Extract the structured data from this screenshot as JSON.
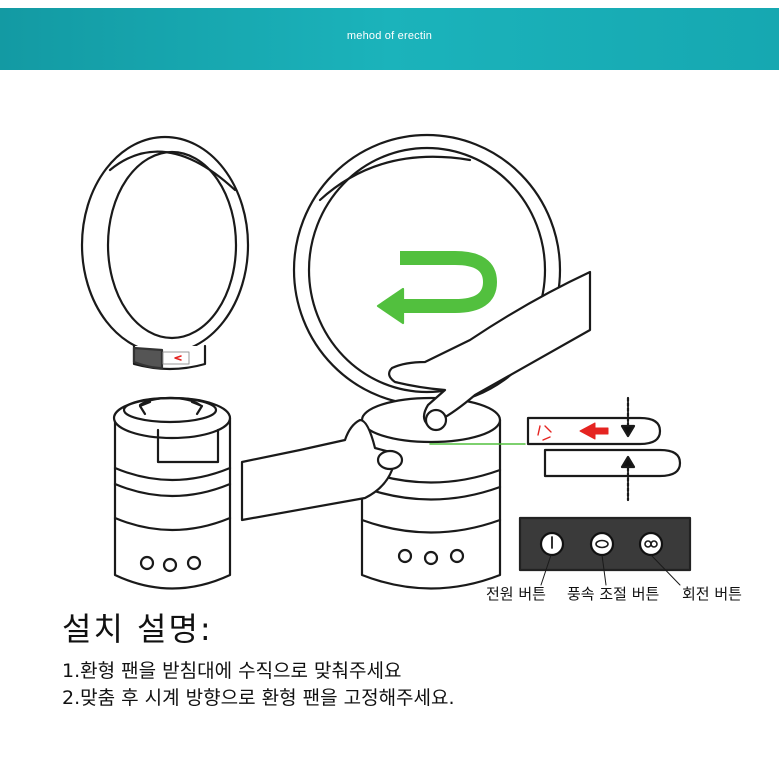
{
  "header": {
    "title": "mehod of erectin"
  },
  "labels": {
    "power_button": "전원 버튼",
    "speed_button": "풍속 조절 버튼",
    "rotate_button": "회전 버튼"
  },
  "instructions": {
    "title": "설치 설명:",
    "steps": [
      "1.환형 팬을 받침대에 수직으로 맞춰주세요",
      "2.맞춤 후 시계 방향으로 환형 팬을 고정해주세요."
    ]
  },
  "colors": {
    "header_teal": "#16a8b1",
    "arrow_green": "#52c03e",
    "arrow_red": "#e52421",
    "panel_dark": "#3a3a3a"
  },
  "icons": [
    "rotate-arrow-icon",
    "left-arrow-icon",
    "power-icon",
    "fan-speed-icon",
    "rotation-icon",
    "down-arrow-icon",
    "up-arrow-icon"
  ]
}
